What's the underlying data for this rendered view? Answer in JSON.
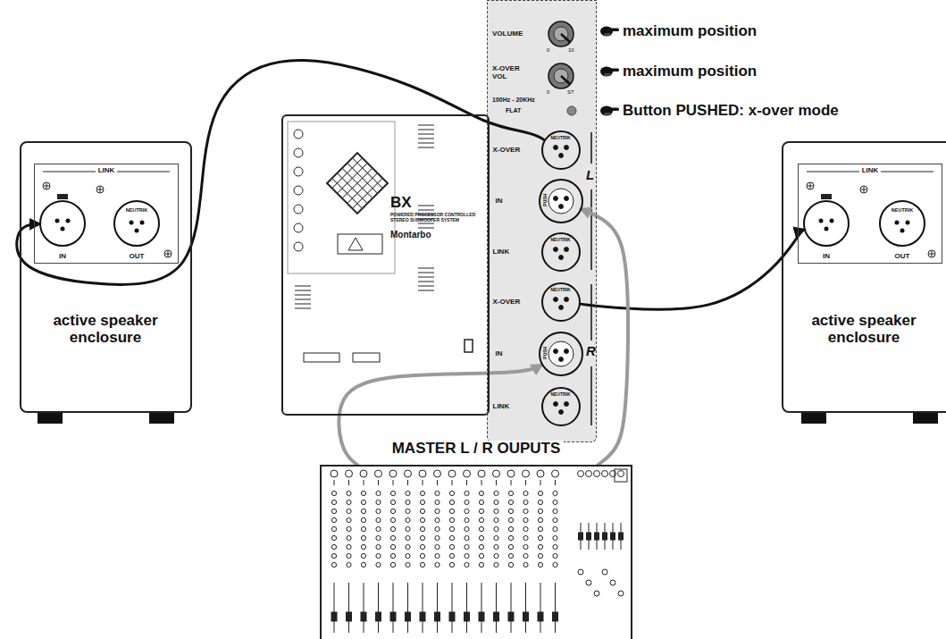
{
  "diagram": {
    "nodes": [
      {
        "text": [
          "active speaker enclosure"
        ]
      },
      {
        "text": [
          "LINK"
        ],
        "in": 0
      },
      {
        "text": [
          "IN"
        ],
        "in": 1
      },
      {
        "text": [
          "NEUTRIK",
          "OUT"
        ],
        "in": 1
      },
      {
        "text": [
          "BX",
          "POWERED PROCESSOR CONTROLLED STEREO SUBWOOFER SYSTEM",
          "Montarbo"
        ]
      },
      {
        "text": [
          "VOLUME",
          "X-OVER VOL",
          "100Hz - 20KHz",
          "FLAT",
          "L",
          "R"
        ]
      },
      {
        "text": [
          "X-OVER",
          "NEUTRIK"
        ],
        "in": 5
      },
      {
        "text": [
          "IN",
          "PUSH"
        ],
        "in": 5
      },
      {
        "text": [
          "LINK",
          "NEUTRIK"
        ],
        "in": 5
      },
      {
        "text": [
          "X-OVER",
          "NEUTRIK"
        ],
        "in": 5
      },
      {
        "text": [
          "IN",
          "PUSH"
        ],
        "in": 5
      },
      {
        "text": [
          "LINK",
          "NEUTRIK"
        ],
        "in": 5
      },
      {
        "text": [
          "active speaker enclosure"
        ]
      },
      {
        "text": [
          "LINK"
        ],
        "in": 12
      },
      {
        "text": [
          "IN"
        ],
        "in": 13
      },
      {
        "text": [
          "NEUTRIK",
          "OUT"
        ],
        "in": 13
      },
      {
        "text": [
          "MASTER L / R OUPUTS"
        ]
      }
    ],
    "edges": [
      {
        "from": 6,
        "to": 2,
        "arrow": "to"
      },
      {
        "from": 9,
        "to": 14,
        "arrow": "to"
      },
      {
        "from": 16,
        "to": 7,
        "arrow": "to"
      },
      {
        "from": 16,
        "to": 10,
        "arrow": "to"
      }
    ],
    "labels": [
      "maximum position",
      "maximum position",
      "Button PUSHED: x-over mode",
      "0",
      "10",
      "0",
      "ST"
    ]
  }
}
